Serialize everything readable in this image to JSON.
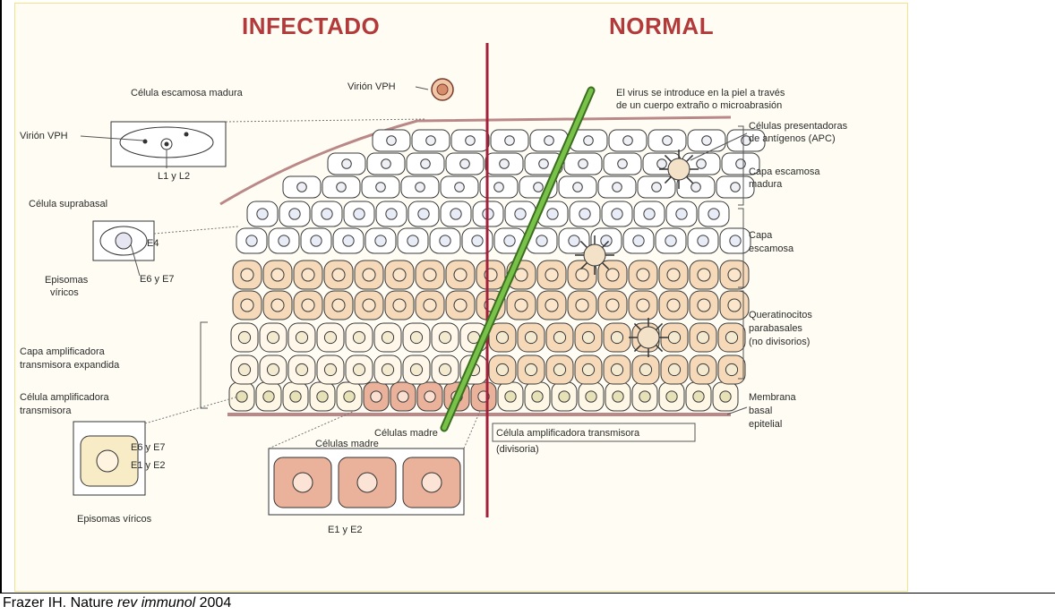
{
  "titles": {
    "left": "INFECTADO",
    "right": "NORMAL"
  },
  "labels": {
    "virion_top": "Virión VPH",
    "virion_left": "Virión VPH",
    "mature_squamous_cell": "Célula escamosa madura",
    "l1_l2": "L1 y L2",
    "suprabasal_cell": "Célula suprabasal",
    "e4": "E4",
    "viral_episomes_1": "Episomas",
    "viral_episomes_2": "víricos",
    "e6_e7_a": "E6 y E7",
    "amplifying_layer_1": "Capa amplificadora",
    "amplifying_layer_2": "transmisora expandida",
    "amplifying_cell_1": "Célula amplificadora",
    "amplifying_cell_2": "transmisora",
    "e6_e7_b": "E6 y E7",
    "e1_e2_a": "E1 y E2",
    "viral_episomes_bottom": "Episomas víricos",
    "stem_cells_a": "Células madre",
    "stem_cells_b": "Células madre",
    "e1_e2_b": "E1 y E2",
    "dividing_cell_1": "Célula amplificadora transmisora",
    "dividing_cell_2": "(divisoria)",
    "virus_entry_1": "El virus se introduce en la piel a través",
    "virus_entry_2": "de un cuerpo extraño o microabrasión",
    "apc_1": "Células presentadoras",
    "apc_2": "de antígenos (APC)",
    "mature_layer_1": "Capa escamosa",
    "mature_layer_2": "madura",
    "squamous_layer_1": "Capa",
    "squamous_layer_2": "escamosa",
    "parabasal_1": "Queratinocitos",
    "parabasal_2": "parabasales",
    "parabasal_3": "(no divisorios)",
    "basal_1": "Membrana",
    "basal_2": "basal",
    "basal_3": "epitelial"
  },
  "caption": {
    "prefix": "Frazer IH. Nature ",
    "italic": "rev immunol",
    "suffix": " 2004"
  },
  "colors": {
    "background": "#fffdf3",
    "border": "#f2e38a",
    "divider": "#a3203a",
    "needle": "#5aa532",
    "basal_cell": "#f5d9b8",
    "stem_cell": "#eab29a",
    "squamous_cell": "#ffffff",
    "title": "#b23a3a"
  }
}
